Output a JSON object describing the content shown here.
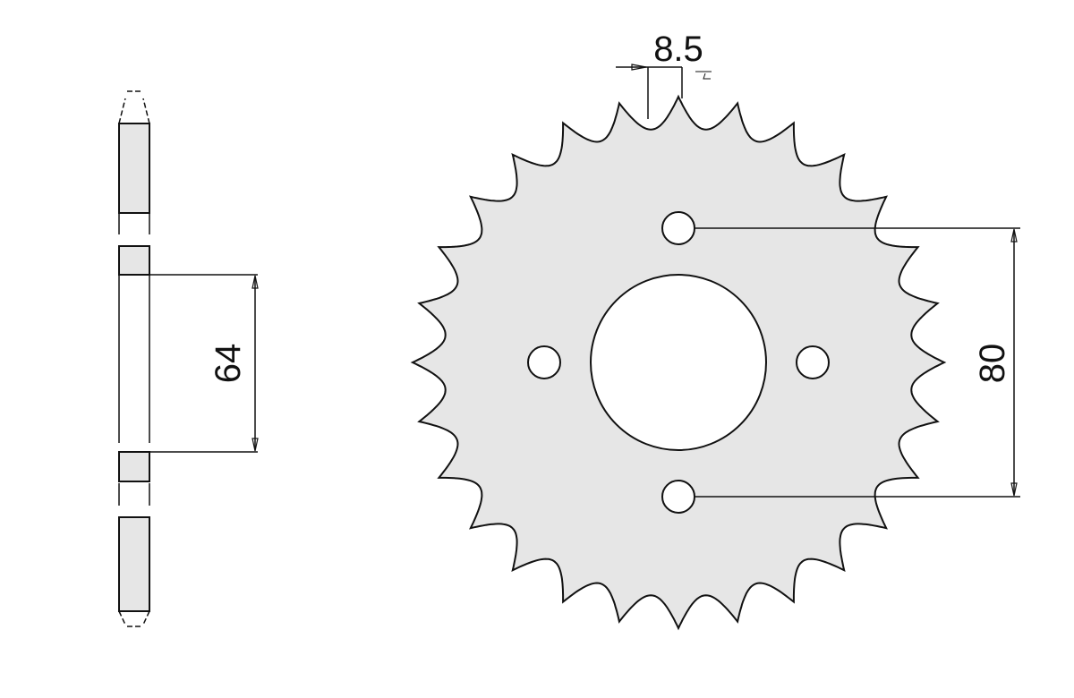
{
  "colors": {
    "fill": "#e6e6e6",
    "stroke": "#111111",
    "background": "#ffffff"
  },
  "sprocket": {
    "teeth": 28
  },
  "dimensions": {
    "pitch": "8.5",
    "side_hole_spacing": "64",
    "bolt_spacing": "80"
  }
}
